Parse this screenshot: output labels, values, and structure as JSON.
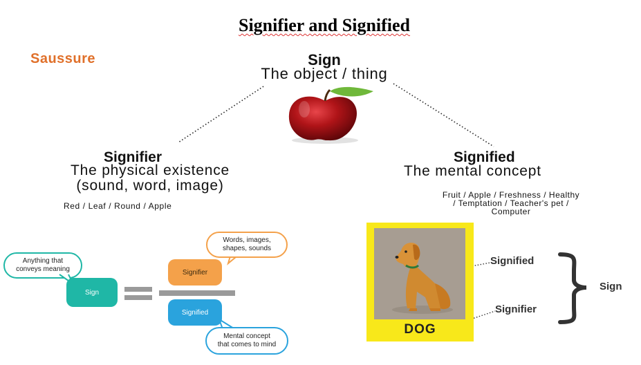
{
  "title": "Signifier and Signified",
  "author_label": "Saussure",
  "sign": {
    "heading": "Sign",
    "subtitle": "The object / thing"
  },
  "signifier": {
    "heading": "Signifier",
    "line1": "The physical existence",
    "line2": "(sound, word, image)",
    "examples": "Red / Leaf / Round / Apple"
  },
  "signified": {
    "heading": "Signified",
    "subtitle": "The mental concept",
    "examples_line1": "Fruit / Apple / Freshness  / Healthy",
    "examples_line2": "/ Temptation / Teacher's pet /",
    "examples_line3": "Computer"
  },
  "bubble_diagram": {
    "sign_label": "Sign",
    "signifier_label": "Signifier",
    "signified_label": "Signified",
    "callout_sign_1": "Anything that",
    "callout_sign_2": "conveys meaning",
    "callout_signifier_1": "Words, images,",
    "callout_signifier_2": "shapes, sounds",
    "callout_signified_1": "Mental concept",
    "callout_signified_2": "that comes to mind"
  },
  "dog_card": {
    "word": "DOG",
    "label_signified": "Signified",
    "label_signifier": "Signifier",
    "label_sign": "Sign"
  },
  "colors": {
    "saussure_orange": "#e0702a",
    "teal": "#1fb7a6",
    "orange": "#f4a14a",
    "blue": "#2aa3dd",
    "card_yellow": "#f8e81a"
  },
  "icons": [
    "apple-image",
    "dog-illustration"
  ]
}
